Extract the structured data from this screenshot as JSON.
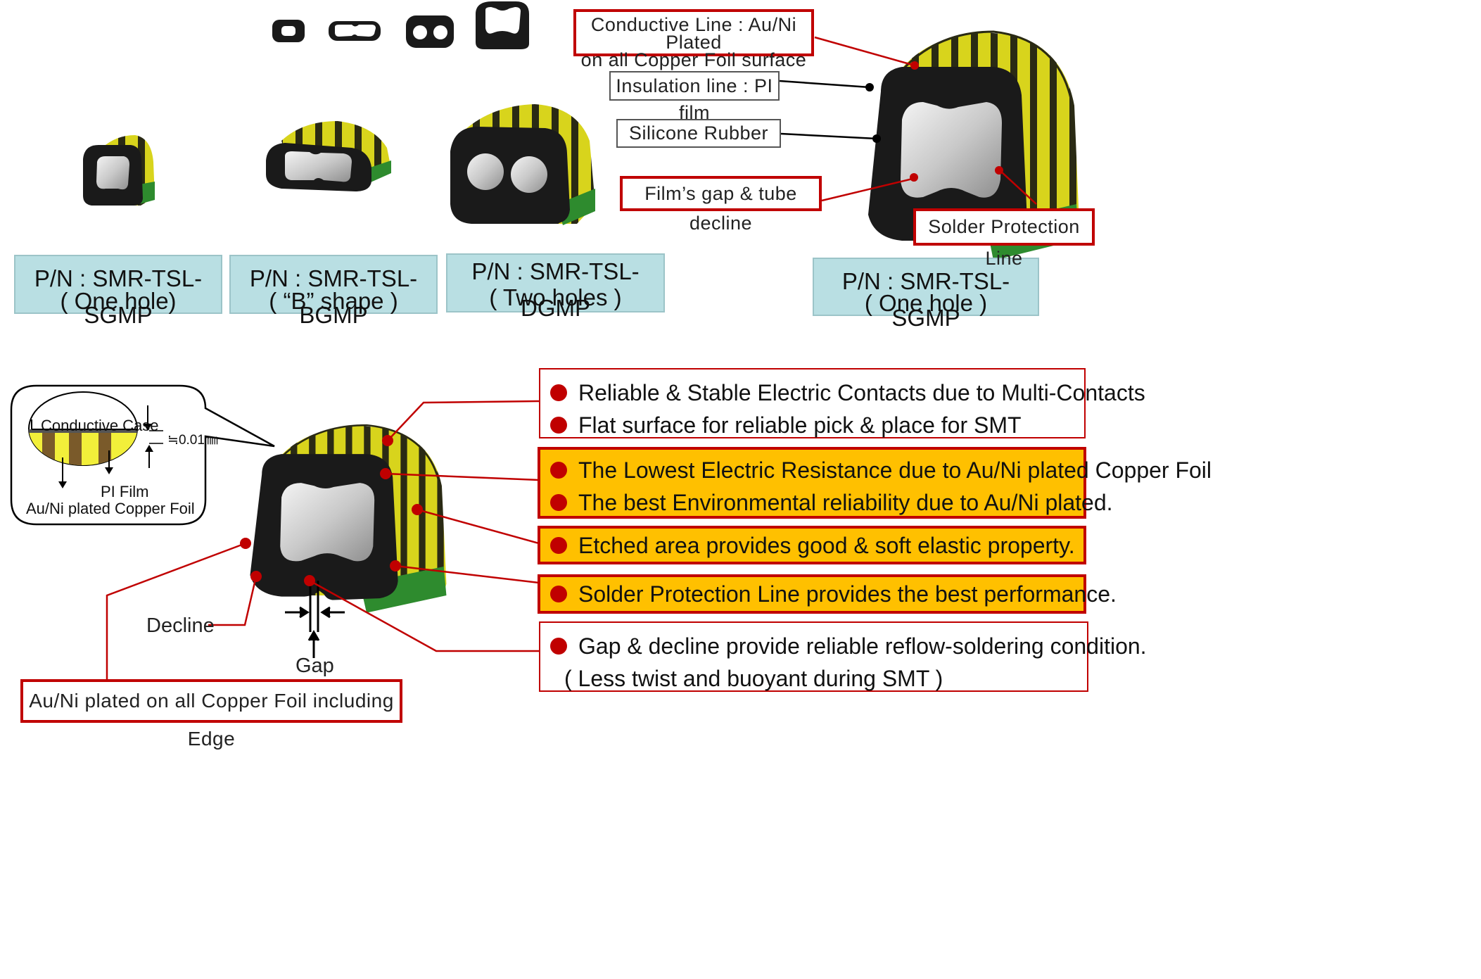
{
  "product_cards": [
    {
      "pn": "P/N : SMR-TSL-SGMP",
      "desc": "( One hole)"
    },
    {
      "pn": "P/N : SMR-TSL-BGMP",
      "desc": "( “B” shape )"
    },
    {
      "pn": "P/N : SMR-TSL-DGMP",
      "desc": "( Two holes )"
    }
  ],
  "detail_card": {
    "pn": "P/N : SMR-TSL-SGMP",
    "desc": "( One hole )"
  },
  "top_callouts": {
    "conductive_line_1": "Conductive Line : Au/Ni Plated",
    "conductive_line_2": "on all Copper Foil surface",
    "insulation": "Insulation line : PI film",
    "silicone": "Silicone Rubber",
    "film_gap": "Film’s gap & tube decline",
    "solder": "Solder Protection Line"
  },
  "inset": {
    "case": "Conductive Case",
    "thickness": "≒0.01㎜",
    "pi_film": "PI Film",
    "copper": "Au/Ni plated Copper Foil"
  },
  "bottom_labels": {
    "decline": "Decline",
    "gap": "Gap",
    "edge": "Au/Ni plated on all Copper Foil including Edge"
  },
  "features": {
    "box1": [
      "Reliable & Stable Electric Contacts due to Multi-Contacts",
      "Flat surface for reliable pick & place for SMT"
    ],
    "box2": [
      "The Lowest Electric Resistance due to Au/Ni plated Copper Foil",
      "The best Environmental reliability due to Au/Ni plated."
    ],
    "box3": [
      "Etched area provides good & soft elastic property."
    ],
    "box4": [
      "Solder Protection Line provides the best performance."
    ],
    "box5": [
      "Gap & decline provide reliable reflow-soldering condition."
    ],
    "box5_sub": "( Less twist and buoyant during SMT )"
  },
  "colors": {
    "accent_red": "#c00000",
    "card_blue": "#b9dfe3",
    "highlight_orange": "#ffc000",
    "stripe_yellow": "#d6d31a",
    "rubber_black": "#1a1a1a",
    "solder_green": "#2e8b2e"
  }
}
